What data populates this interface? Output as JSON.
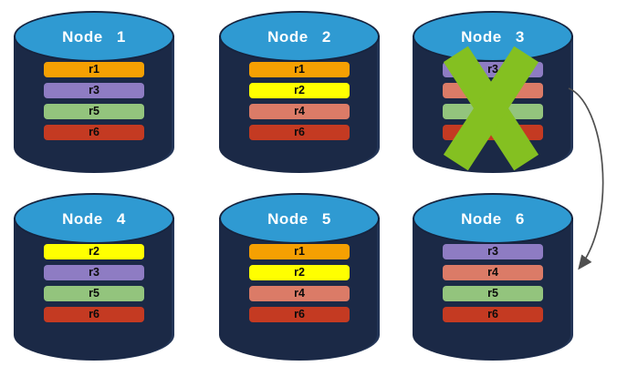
{
  "nodes": [
    {
      "title": "Node 1",
      "failed": false,
      "rows": [
        {
          "label": "r1",
          "color": "#F5A002"
        },
        {
          "label": "r3",
          "color": "#8E7CC3"
        },
        {
          "label": "r5",
          "color": "#93C47D"
        },
        {
          "label": "r6",
          "color": "#C43A22"
        }
      ]
    },
    {
      "title": "Node 2",
      "failed": false,
      "rows": [
        {
          "label": "r1",
          "color": "#F5A002"
        },
        {
          "label": "r2",
          "color": "#FFFF00"
        },
        {
          "label": "r4",
          "color": "#DB7B67"
        },
        {
          "label": "r6",
          "color": "#C43A22"
        }
      ]
    },
    {
      "title": "Node 3",
      "failed": true,
      "rows": [
        {
          "label": "r3",
          "color": "#8E7CC3"
        },
        {
          "label": "r4",
          "color": "#DB7B67"
        },
        {
          "label": "r5",
          "color": "#93C47D"
        },
        {
          "label": "r6",
          "color": "#C43A22"
        }
      ]
    },
    {
      "title": "Node 4",
      "failed": false,
      "rows": [
        {
          "label": "r2",
          "color": "#FFFF00"
        },
        {
          "label": "r3",
          "color": "#8E7CC3"
        },
        {
          "label": "r5",
          "color": "#93C47D"
        },
        {
          "label": "r6",
          "color": "#C43A22"
        }
      ]
    },
    {
      "title": "Node 5",
      "failed": false,
      "rows": [
        {
          "label": "r1",
          "color": "#F5A002"
        },
        {
          "label": "r2",
          "color": "#FFFF00"
        },
        {
          "label": "r4",
          "color": "#DB7B67"
        },
        {
          "label": "r6",
          "color": "#C43A22"
        }
      ]
    },
    {
      "title": "Node 6",
      "failed": false,
      "rows": [
        {
          "label": "r3",
          "color": "#8E7CC3"
        },
        {
          "label": "r4",
          "color": "#DB7B67"
        },
        {
          "label": "r5",
          "color": "#93C47D"
        },
        {
          "label": "r6",
          "color": "#C43A22"
        }
      ]
    }
  ],
  "colors": {
    "cylinder_body": "#1B2946",
    "cylinder_top": "#2F9AD2",
    "cylinder_top_border": "#16233E",
    "failure_x": "#84C021",
    "arrow": "#4F4F4F"
  },
  "arrow": {
    "from": "Node 3",
    "to": "Node 6"
  }
}
